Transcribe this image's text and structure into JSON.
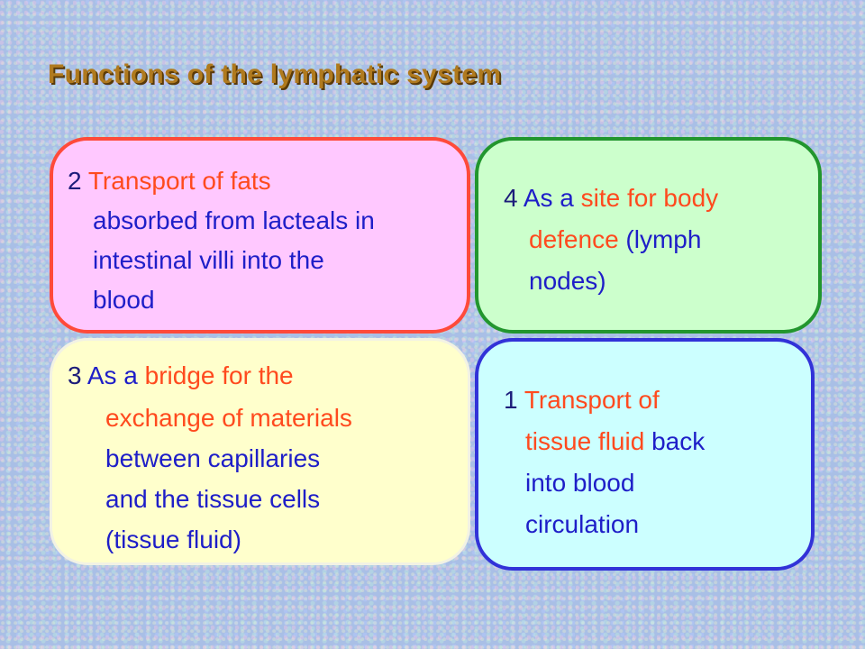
{
  "slide": {
    "title": "Functions of the lymphatic system"
  },
  "cards": {
    "fats": {
      "number": "2",
      "heading": "Transport of fats",
      "line2": "absorbed from lacteals in",
      "line3": "intestinal villi into  the",
      "line4": "blood"
    },
    "defence": {
      "number": "4",
      "part1": "As a",
      "highlight1": "site for body",
      "highlight2": "defence",
      "part2": "(lymph",
      "line3": "nodes)"
    },
    "bridge": {
      "number": "3",
      "part1": "As a",
      "highlight1": "bridge for the",
      "highlight2": "exchange of materials",
      "line3": "between capillaries",
      "line4": "and the tissue cells",
      "line5": "(tissue fluid)"
    },
    "transport_fluid": {
      "number": "1",
      "heading": "Transport of",
      "highlight": "tissue fluid",
      "part1": "back",
      "line3": "into blood",
      "line4": "circulation"
    }
  },
  "colors": {
    "number_text": "#1c1c7a",
    "highlight_text": "#ff4a1e",
    "body_text": "#1e1ec8",
    "title_text": "#b07a1e"
  }
}
